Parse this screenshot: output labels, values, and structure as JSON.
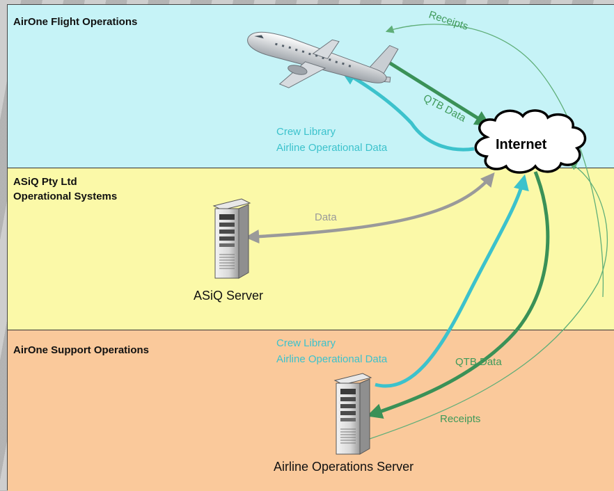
{
  "bands": {
    "flight": "AirOne Flight Operations",
    "asiq_line1": "ASiQ Pty Ltd",
    "asiq_line2": "Operational Systems",
    "support": "AirOne Support Operations"
  },
  "nodes": {
    "internet": "Internet",
    "asiq_server": "ASiQ Server",
    "airline_server": "Airline Operations Server"
  },
  "flows": {
    "receipts_top": "Receipts",
    "qtb_top": "QTB Data",
    "crew_top_1": "Crew Library",
    "crew_top_2": "Airline Operational Data",
    "data": "Data",
    "crew_bottom_1": "Crew Library",
    "crew_bottom_2": "Airline Operational Data",
    "qtb_bottom": "QTB Data",
    "receipts_bottom": "Receipts"
  },
  "colors": {
    "flight_band": "#c6f3f7",
    "asiq_band": "#fbf9a8",
    "support_band": "#fac99b",
    "cyan_flow": "#3cc2cc",
    "dark_green_flow": "#3a9157",
    "light_green_flow": "#5fae78",
    "grey_flow": "#9a9a9a"
  },
  "icons": {
    "aircraft": "airplane-icon",
    "asiq_server": "server-tower-icon",
    "airline_server": "server-tower-icon",
    "internet": "cloud-icon"
  }
}
